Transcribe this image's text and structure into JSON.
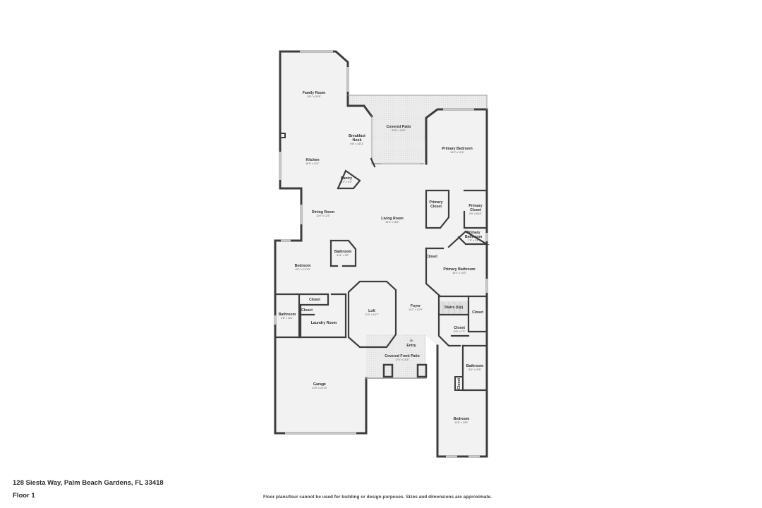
{
  "footer": {
    "address": "128 Siesta Way, Palm Beach Gardens, FL 33418",
    "floor": "Floor 1",
    "disclaimer": "Floor plans/tour cannot be used for building or design purposes. Sizes and dimensions are approximate."
  },
  "colors": {
    "wall": "#3d3d3d",
    "floor_fill": "#f2f2f2",
    "patio_fill": "#ebebeb",
    "window": "#c8c8c8"
  },
  "rooms": {
    "family_room": {
      "name": "Family Room",
      "dim": "15'1\" x 20'6\""
    },
    "covered_patio": {
      "name": "Covered Patio",
      "dim": "23'5\" x 10'6\""
    },
    "breakfast_nook": {
      "name1": "Breakfast",
      "name2": "Nook",
      "dim": "6'8\" x 14'11\""
    },
    "kitchen": {
      "name": "Kitchen",
      "dim": "16'0\" x 12'1\""
    },
    "pantry": {
      "name": "Pantry",
      "dim": "4'4\" x 4'3\""
    },
    "primary_bedroom": {
      "name": "Primary Bedroom",
      "dim": "14'4\" x 19'4\""
    },
    "dining_room": {
      "name": "Dining Room",
      "dim": "11'6\" x 12'3\""
    },
    "living_room": {
      "name": "Living Room",
      "dim": "19'9\" x 28'2\""
    },
    "primary_closet_1": {
      "name1": "Primary",
      "name2": "Closet"
    },
    "primary_closet_2": {
      "name1": "Primary",
      "name2": "Closet",
      "dim": "5'0\" x 8'10\""
    },
    "primary_bathroom_small": {
      "name1": "Primary",
      "name2": "Bathroom",
      "dim": "7'0\" x 3'5\""
    },
    "bathroom_1": {
      "name": "Bathroom",
      "dim": "5'11\" x 5'0\""
    },
    "bedroom_1": {
      "name": "Bedroom",
      "dim": "12'1\" x 12'10\""
    },
    "closet_pb": {
      "name": "Closet"
    },
    "primary_bathroom": {
      "name": "Primary Bathroom",
      "dim": "16'1\" x 14'0\""
    },
    "closet_a": {
      "name": "Closet"
    },
    "closet_b": {
      "name": "Closet"
    },
    "bathroom_2": {
      "name": "Bathroom",
      "dim": "5'8\" x 10'1\""
    },
    "laundry": {
      "name": "Laundry Room"
    },
    "loft": {
      "name": "Loft",
      "dim": "11'2\" x 15'7\""
    },
    "foyer": {
      "name": "Foyer",
      "dim": "10'2\" x 12'9\""
    },
    "stairs": {
      "name": "Stairs (Up)"
    },
    "closet_c": {
      "name": "Closet"
    },
    "closet_d": {
      "name": "Closet",
      "dim": "11'6\" x 7'3\""
    },
    "entry": {
      "name": "Entry"
    },
    "covered_front_patio": {
      "name": "Covered Front Patio",
      "dim": "17'0\" x 10'4\""
    },
    "bathroom_3": {
      "name": "Bathroom",
      "dim": "5'5\" x 10'6\""
    },
    "closet_e": {
      "name": "Closet"
    },
    "garage": {
      "name": "Garage",
      "dim": "21'9\" x 22'10\""
    },
    "bedroom_2": {
      "name": "Bedroom",
      "dim": "11'8\" x 10'9\""
    }
  }
}
